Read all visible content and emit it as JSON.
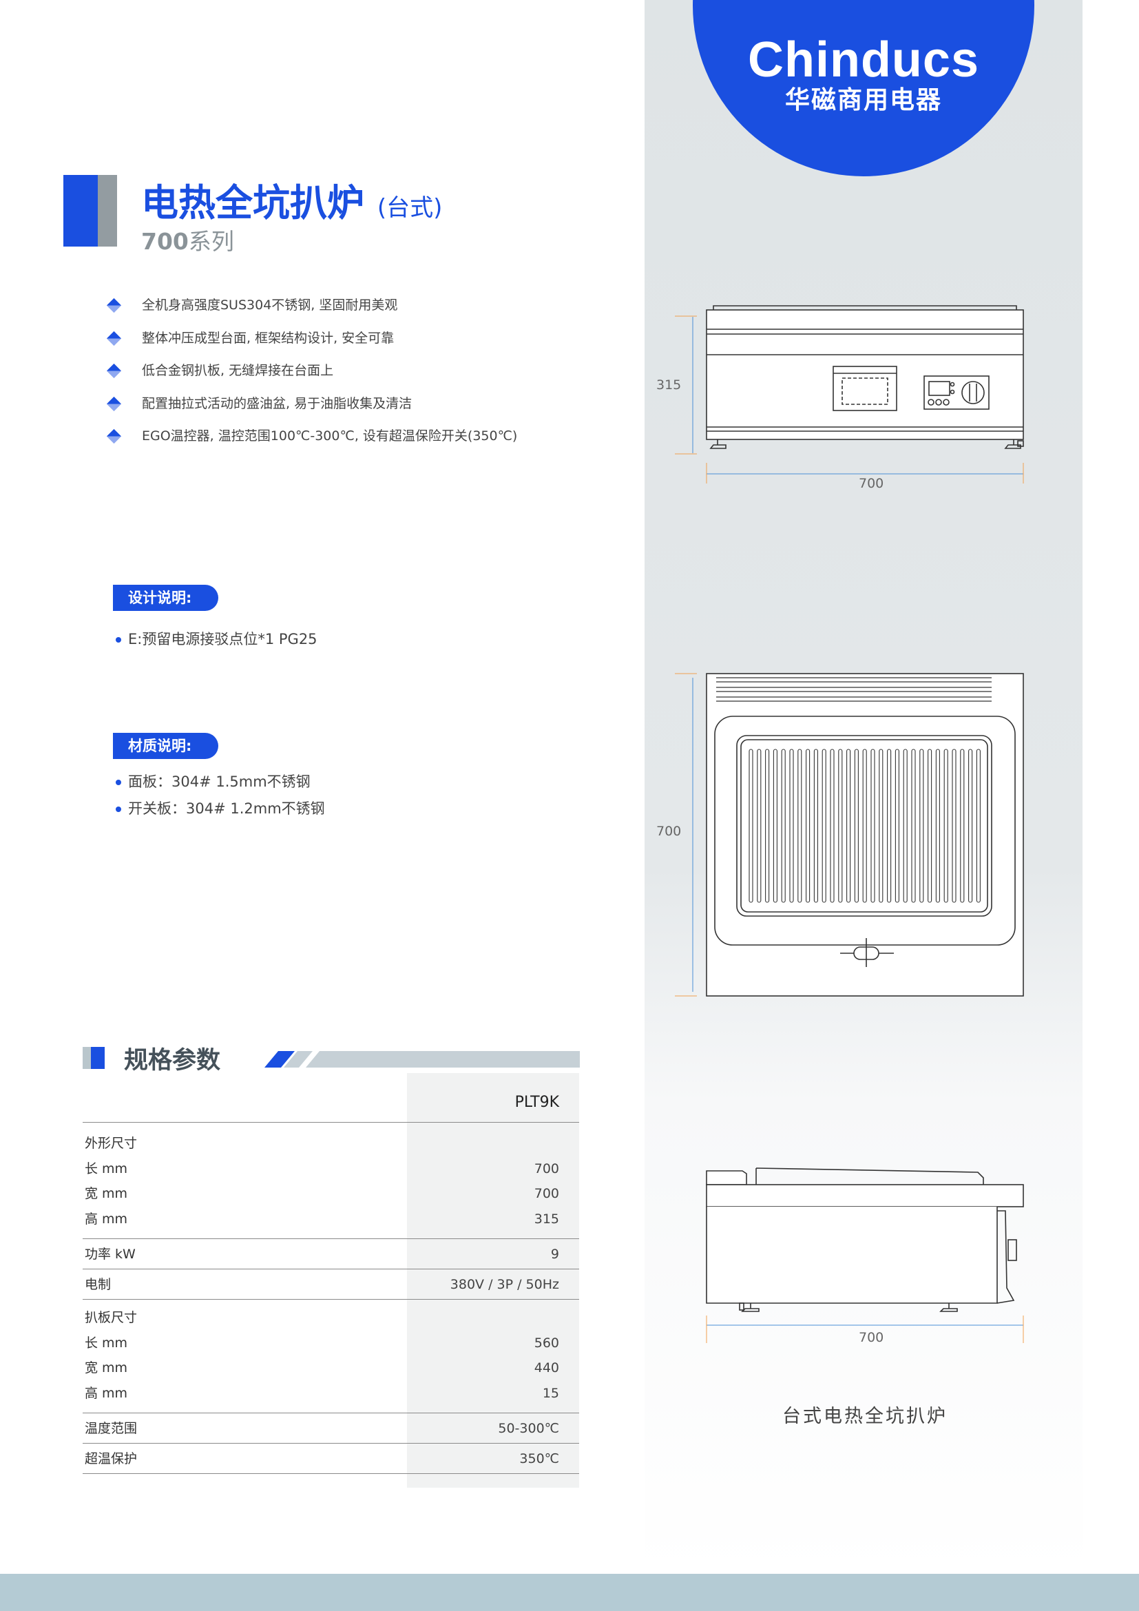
{
  "brand": {
    "name_en": "Chinducs",
    "name_cn": "华磁商用电器",
    "color": "#1a4fe0"
  },
  "title": {
    "main": "电热全坑扒炉",
    "sub": "(台式)",
    "series_num": "700",
    "series_label": "系列"
  },
  "features": [
    "全机身高强度SUS304不锈钢, 坚固耐用美观",
    "整体冲压成型台面, 框架结构设计, 安全可靠",
    "低合金钢扒板, 无缝焊接在台面上",
    "配置抽拉式活动的盛油盆, 易于油脂收集及清洁",
    "EGO温控器, 温控范围100℃-300℃, 设有超温保险开关(350℃)"
  ],
  "design": {
    "label": "设计说明:",
    "items": [
      "E:预留电源接驳点位*1 PG25"
    ]
  },
  "material": {
    "label": "材质说明:",
    "items": [
      "面板：304# 1.5mm不锈钢",
      "开关板：304# 1.2mm不锈钢"
    ]
  },
  "specs": {
    "title": "规格参数",
    "model": "PLT9K",
    "outer": {
      "label": "外形尺寸",
      "rows": [
        {
          "label": "长 mm",
          "value": "700"
        },
        {
          "label": "宽 mm",
          "value": "700"
        },
        {
          "label": "高 mm",
          "value": "315"
        }
      ]
    },
    "power": {
      "label": "功率 kW",
      "value": "9"
    },
    "electric": {
      "label": "电制",
      "value": "380V / 3P / 50Hz"
    },
    "plate": {
      "label": "扒板尺寸",
      "rows": [
        {
          "label": "长 mm",
          "value": "560"
        },
        {
          "label": "宽 mm",
          "value": "440"
        },
        {
          "label": "高 mm",
          "value": "15"
        }
      ]
    },
    "temp_range": {
      "label": "温度范围",
      "value": "50-300℃"
    },
    "overheat": {
      "label": "超温保护",
      "value": "350℃"
    }
  },
  "drawings": {
    "front": {
      "height": "315",
      "width": "700"
    },
    "top": {
      "depth": "700"
    },
    "side": {
      "width": "700"
    },
    "caption": "台式电热全坑扒炉"
  }
}
